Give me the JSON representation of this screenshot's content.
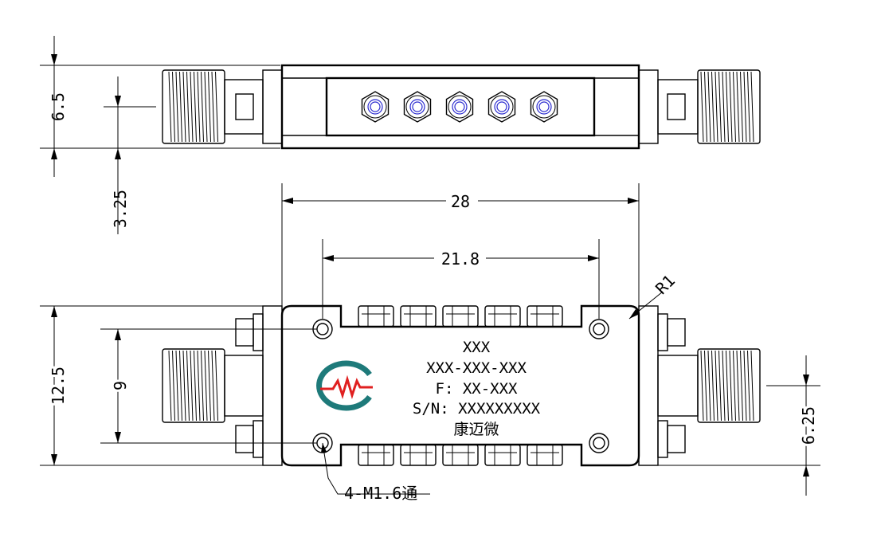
{
  "top_view": {
    "dim_height": "6.5",
    "dim_center": "3.25",
    "tuning_screw_count": 5
  },
  "bottom_view": {
    "dim_length": "28",
    "dim_hole_spacing": "21.8",
    "dim_radius": "R1",
    "dim_height": "12.5",
    "dim_hole_vertical": "9",
    "dim_connector_center": "6.25",
    "hole_callout": "4-M1.6通",
    "label": {
      "line1": "XXX",
      "line2": "XXX-XXX-XXX",
      "line3": "F: XX-XXX",
      "line4": "S/N: XXXXXXXXX",
      "line5": "康迈微"
    }
  },
  "colors": {
    "line": "#000000",
    "logo_teal": "#1e7a7a",
    "logo_red": "#e02020",
    "via_blue": "#2b2bd0"
  },
  "icons": [
    "company-logo-icon",
    "threaded-connector-icon",
    "tuning-screw-icon",
    "mounting-hole-icon"
  ]
}
